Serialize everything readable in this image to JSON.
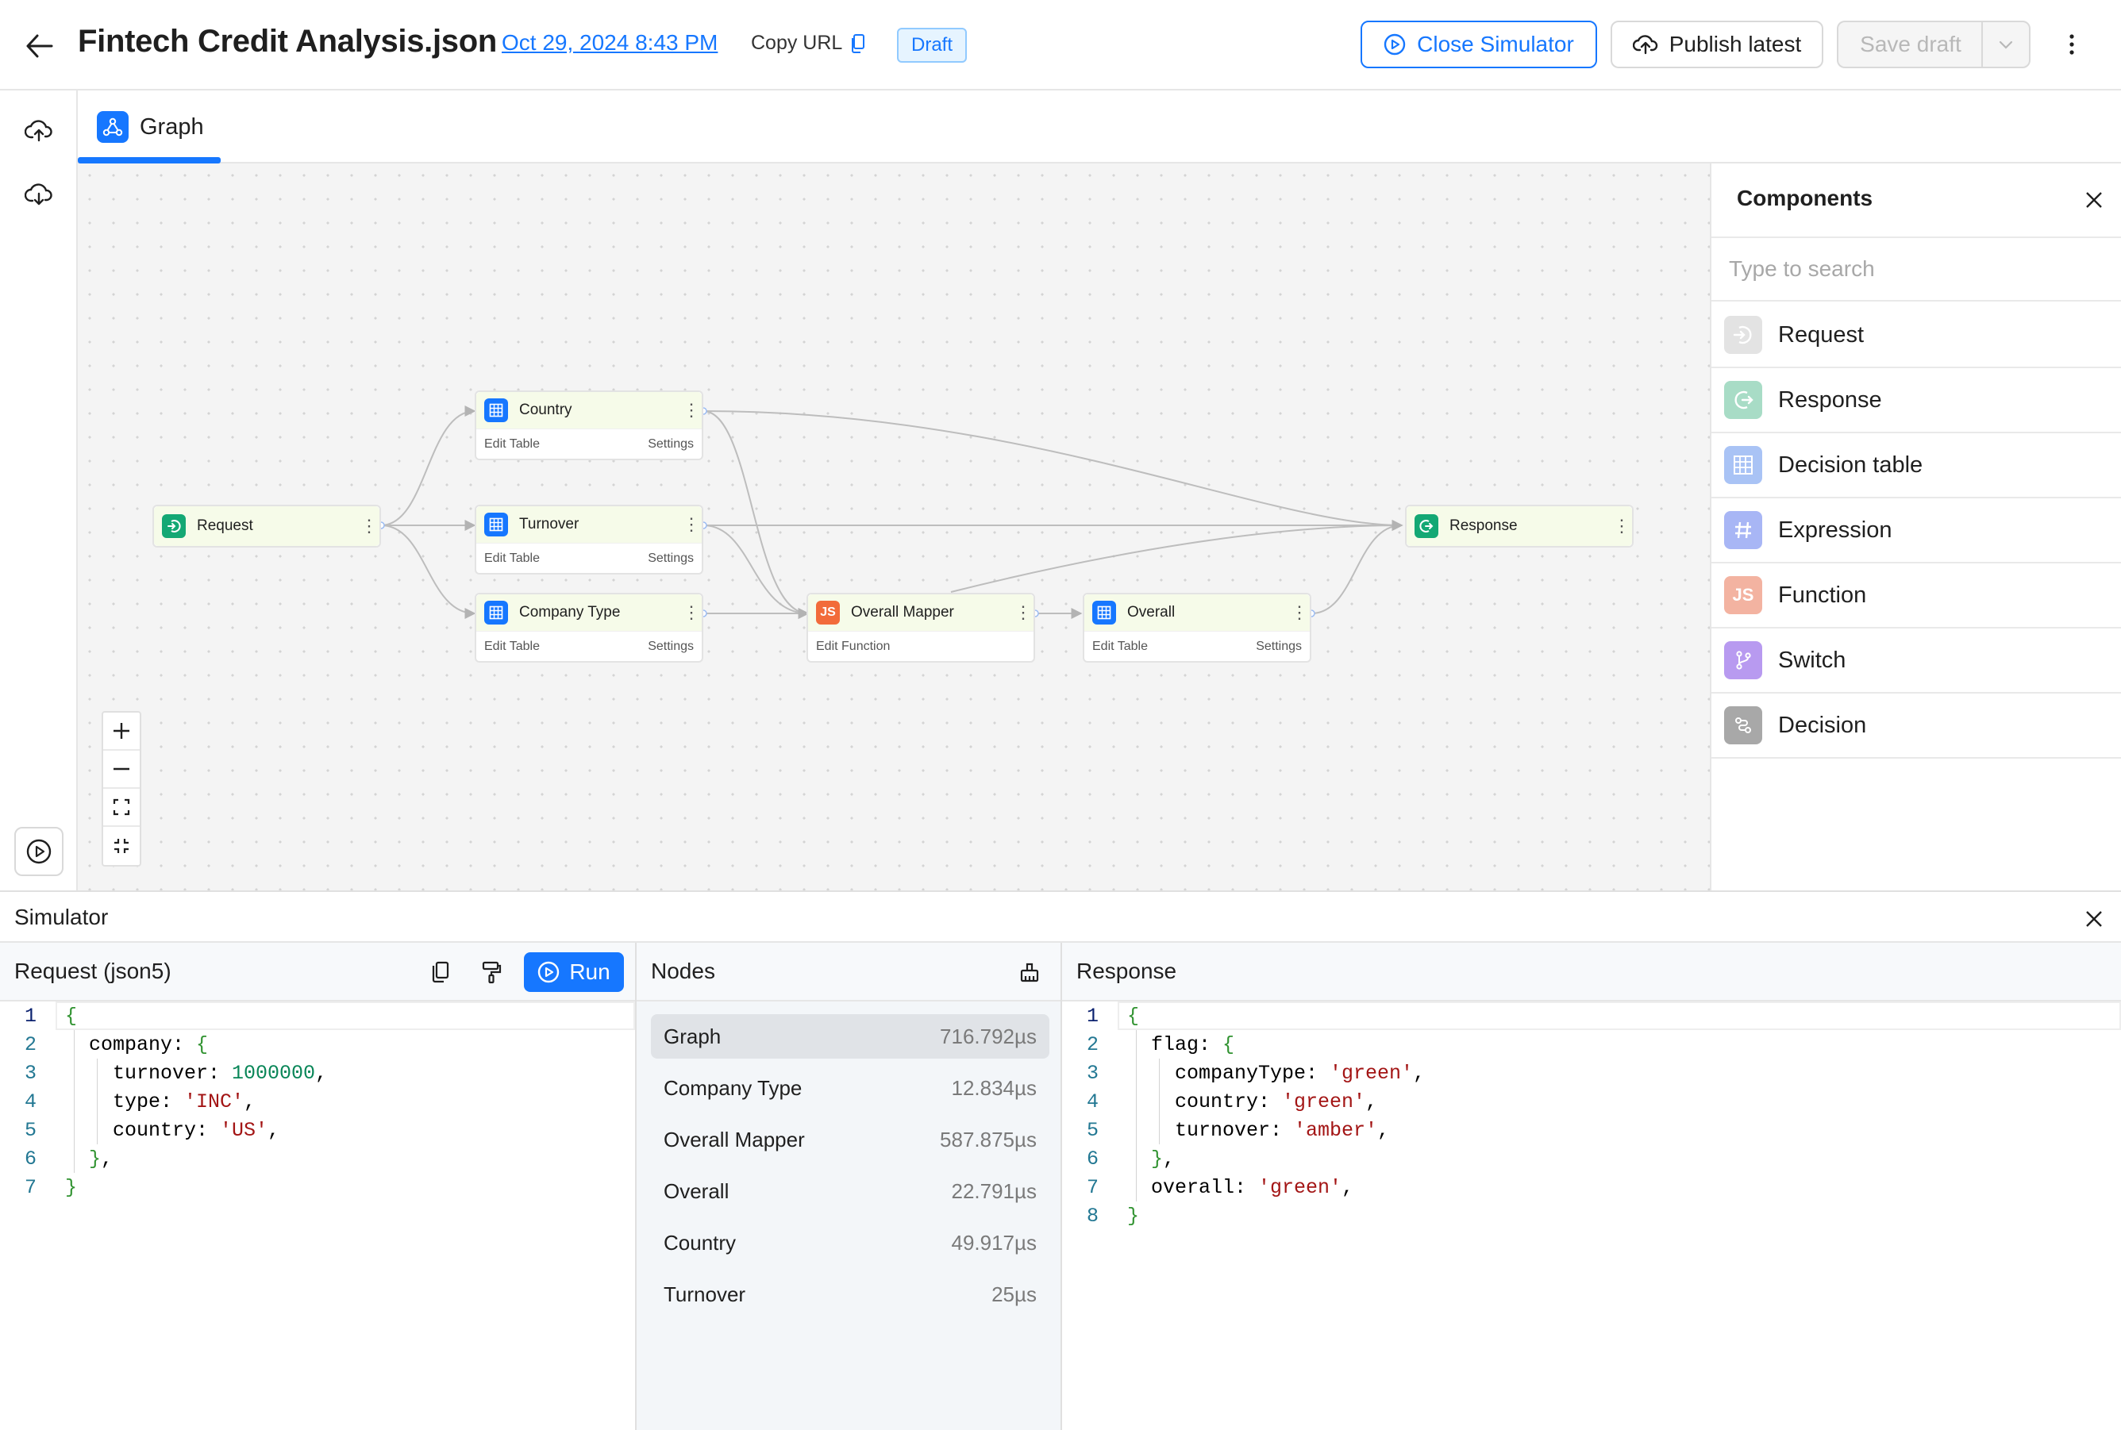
{
  "header": {
    "title": "Fintech Credit Analysis.json",
    "date": "Oct 29, 2024 8:43 PM",
    "copy_url": "Copy URL",
    "status": "Draft",
    "close_simulator": "Close Simulator",
    "publish_latest": "Publish latest",
    "save_draft": "Save draft"
  },
  "tabs": [
    {
      "label": "Graph"
    }
  ],
  "graph": {
    "nodes": [
      {
        "label": "Request",
        "type": "input"
      },
      {
        "label": "Country",
        "type": "decision-table",
        "action": "Edit Table",
        "settings": "Settings"
      },
      {
        "label": "Turnover",
        "type": "decision-table",
        "action": "Edit Table",
        "settings": "Settings"
      },
      {
        "label": "Company Type",
        "type": "decision-table",
        "action": "Edit Table",
        "settings": "Settings"
      },
      {
        "label": "Overall Mapper",
        "type": "function",
        "icon_text": "JS",
        "action": "Edit Function"
      },
      {
        "label": "Overall",
        "type": "decision-table",
        "action": "Edit Table",
        "settings": "Settings"
      },
      {
        "label": "Response",
        "type": "output"
      }
    ]
  },
  "components": {
    "title": "Components",
    "search_placeholder": "Type to search",
    "items": [
      {
        "label": "Request",
        "icon": "request-icon",
        "color": "#e3e3e3"
      },
      {
        "label": "Response",
        "icon": "response-icon",
        "color": "#a8dcc6"
      },
      {
        "label": "Decision table",
        "icon": "table-icon",
        "color": "#a9c3f5"
      },
      {
        "label": "Expression",
        "icon": "hash-icon",
        "color": "#a8b6f5"
      },
      {
        "label": "Function",
        "icon": "js-icon",
        "icon_text": "JS",
        "color": "#f3b3a1"
      },
      {
        "label": "Switch",
        "icon": "branch-icon",
        "color": "#b89af0"
      },
      {
        "label": "Decision",
        "icon": "decision-icon",
        "color": "#a8a8a8"
      }
    ]
  },
  "simulator": {
    "title": "Simulator",
    "request": {
      "title": "Request (json5)",
      "run_label": "Run",
      "lines": [
        "{",
        "  company: {",
        "    turnover: 1000000,",
        "    type: 'INC',",
        "    country: 'US',",
        "  },",
        "}"
      ]
    },
    "nodes": {
      "title": "Nodes",
      "rows": [
        {
          "name": "Graph",
          "time": "716.792µs"
        },
        {
          "name": "Company Type",
          "time": "12.834µs"
        },
        {
          "name": "Overall Mapper",
          "time": "587.875µs"
        },
        {
          "name": "Overall",
          "time": "22.791µs"
        },
        {
          "name": "Country",
          "time": "49.917µs"
        },
        {
          "name": "Turnover",
          "time": "25µs"
        }
      ]
    },
    "response": {
      "title": "Response",
      "lines": [
        "{",
        "  flag: {",
        "    companyType: 'green',",
        "    country: 'green',",
        "    turnover: 'amber',",
        "  },",
        "  overall: 'green',",
        "}"
      ]
    }
  },
  "colors": {
    "accent": "#1677ff",
    "node_header": "#f6fbe9",
    "function_icon": "#f26b3a",
    "io_icon": "#14a874"
  }
}
